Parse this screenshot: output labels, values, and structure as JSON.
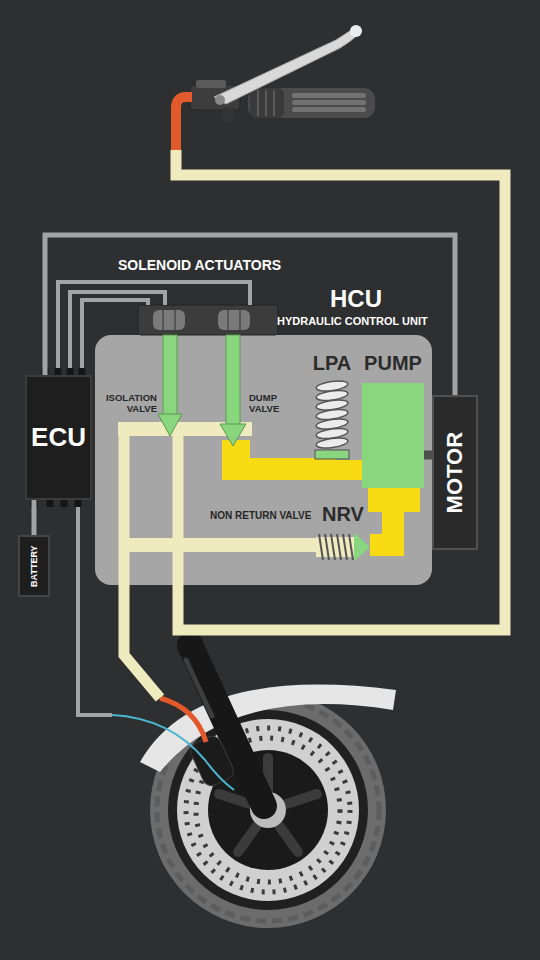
{
  "diagram": {
    "nodes": [
      {
        "text": [
          "HCU",
          "HYDRAULIC CONTROL UNIT"
        ]
      },
      {
        "text": [
          "LPA"
        ],
        "in": 0
      },
      {
        "text": [
          "PUMP"
        ],
        "in": 0
      },
      {
        "text": [
          "MOTOR"
        ]
      },
      {
        "text": [
          "ECU"
        ]
      },
      {
        "text": [
          "NRV"
        ],
        "in": 0
      },
      {
        "text": [
          "BATTERY"
        ]
      }
    ],
    "edges": [
      {
        "from": 4,
        "to": 3,
        "arrow": "none"
      },
      {
        "from": 3,
        "to": 2,
        "arrow": "none"
      },
      {
        "from": 1,
        "to": 2,
        "arrow": "none"
      },
      {
        "from": 2,
        "to": 5,
        "arrow": "none"
      },
      {
        "from": 4,
        "to": 6,
        "arrow": "none"
      }
    ],
    "labels": [
      "SOLENOID ACTUATORS",
      "ISOLATION VALVE",
      "DUMP VALVE",
      "NON RETURN VALVE"
    ]
  }
}
